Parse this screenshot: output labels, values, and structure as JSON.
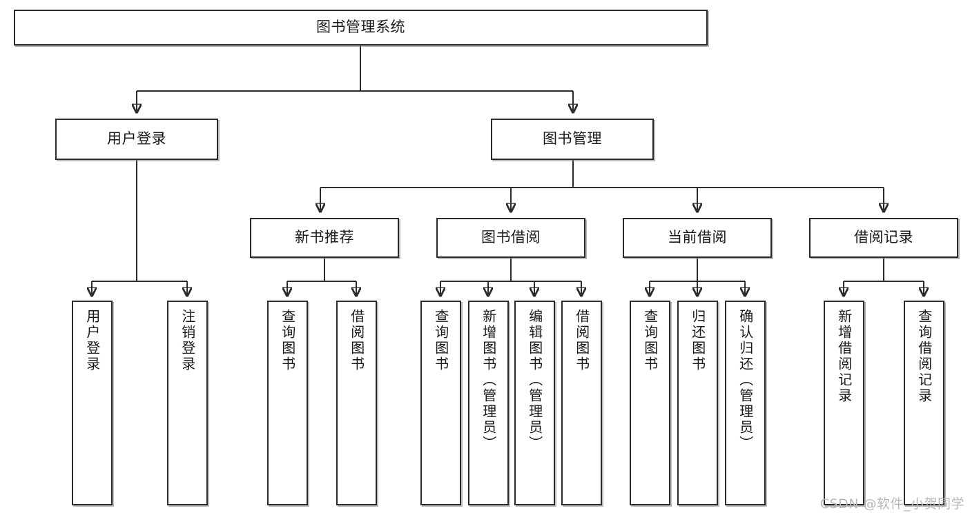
{
  "diagram": {
    "type": "tree-hierarchy",
    "title": "图书管理系统",
    "root": {
      "id": "root",
      "label": "图书管理系统"
    },
    "level2": [
      {
        "id": "user-login",
        "label": "用户登录"
      },
      {
        "id": "book-manage",
        "label": "图书管理"
      }
    ],
    "level3": [
      {
        "id": "new-book-recommend",
        "label": "新书推荐",
        "parent": "book-manage"
      },
      {
        "id": "book-borrow",
        "label": "图书借阅",
        "parent": "book-manage"
      },
      {
        "id": "current-borrow",
        "label": "当前借阅",
        "parent": "book-manage"
      },
      {
        "id": "borrow-record",
        "label": "借阅记录",
        "parent": "book-manage"
      }
    ],
    "leaves": [
      {
        "id": "leaf-user-login",
        "label": "用户登录",
        "parent": "user-login"
      },
      {
        "id": "leaf-logout-login",
        "label": "注销登录",
        "parent": "user-login"
      },
      {
        "id": "leaf-query-book-1",
        "label": "查询图书",
        "parent": "new-book-recommend"
      },
      {
        "id": "leaf-borrow-book-1",
        "label": "借阅图书",
        "parent": "new-book-recommend"
      },
      {
        "id": "leaf-query-book-2",
        "label": "查询图书",
        "parent": "book-borrow"
      },
      {
        "id": "leaf-add-book",
        "label": "新增图书（管理员）",
        "parent": "book-borrow"
      },
      {
        "id": "leaf-edit-book",
        "label": "编辑图书（管理员）",
        "parent": "book-borrow"
      },
      {
        "id": "leaf-borrow-book-2",
        "label": "借阅图书",
        "parent": "book-borrow"
      },
      {
        "id": "leaf-query-book-3",
        "label": "查询图书",
        "parent": "current-borrow"
      },
      {
        "id": "leaf-return-book",
        "label": "归还图书",
        "parent": "current-borrow"
      },
      {
        "id": "leaf-confirm-return",
        "label": "确认归还（管理员）",
        "parent": "current-borrow"
      },
      {
        "id": "leaf-add-record",
        "label": "新增借阅记录",
        "parent": "borrow-record"
      },
      {
        "id": "leaf-query-record",
        "label": "查询借阅记录",
        "parent": "borrow-record"
      }
    ],
    "watermark": "CSDN @软件_小贺同学",
    "colors": {
      "stroke": "#2b2b2b",
      "background": "#ffffff",
      "text": "#1a1a1a",
      "watermark": "#b9b9b9"
    }
  }
}
